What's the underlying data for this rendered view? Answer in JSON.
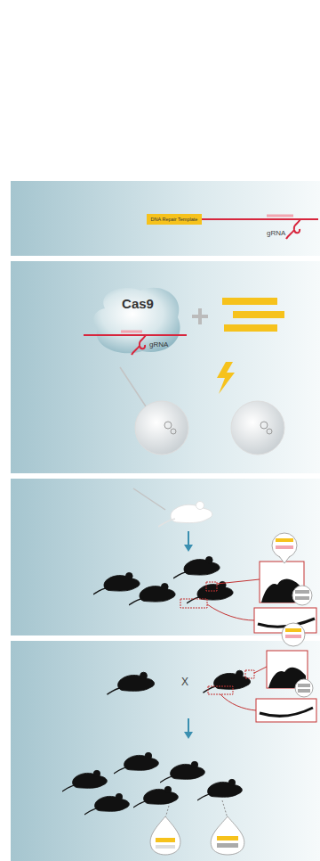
{
  "diagram": {
    "nodes": [
      {
        "text": [
          "DNA Repair Template"
        ]
      },
      {
        "text": [
          "Cas9",
          "gRNA"
        ]
      }
    ],
    "labels": [
      "gRNA",
      "X"
    ]
  }
}
